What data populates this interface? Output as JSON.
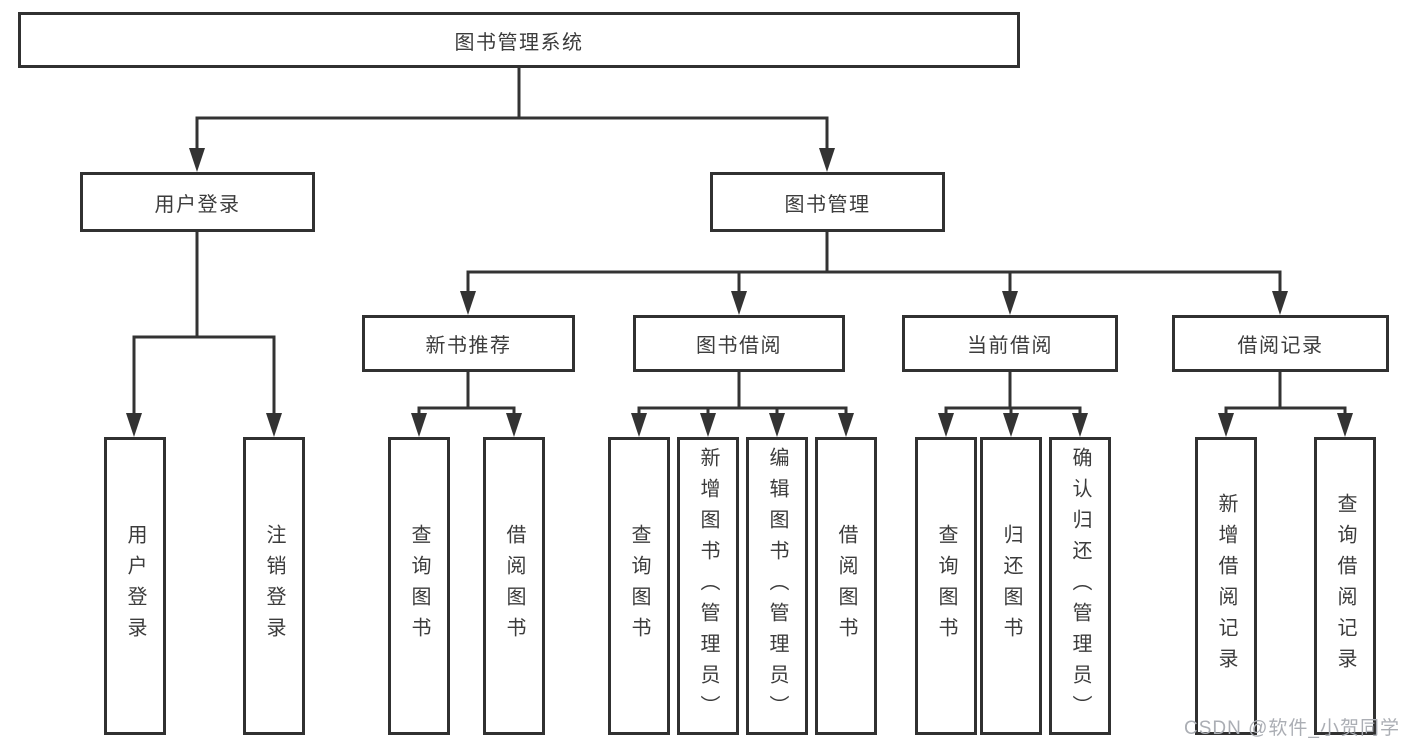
{
  "colors": {
    "line": "#333333",
    "border": "#313131",
    "text": "#3c3c3c",
    "watermark": "#abaeb4",
    "background": "#ffffff"
  },
  "watermark": "CSDN @软件_小贺同学",
  "nodes": {
    "root": {
      "label": "图书管理系统"
    },
    "user_login": {
      "label": "用户登录"
    },
    "book_mgmt": {
      "label": "图书管理"
    },
    "new_book_rec": {
      "label": "新书推荐"
    },
    "book_borrow": {
      "label": "图书借阅"
    },
    "current_borrow": {
      "label": "当前借阅"
    },
    "borrow_records": {
      "label": "借阅记录"
    },
    "leaf_user_login": {
      "label": "用户登录"
    },
    "leaf_logout": {
      "label": "注销登录"
    },
    "leaf_query_book_1": {
      "label": "查询图书"
    },
    "leaf_borrow_book_1": {
      "label": "借阅图书"
    },
    "leaf_query_book_2": {
      "label": "查询图书"
    },
    "leaf_add_book": {
      "label": "新增图书（管理员）"
    },
    "leaf_edit_book": {
      "label": "编辑图书（管理员）"
    },
    "leaf_borrow_book_2": {
      "label": "借阅图书"
    },
    "leaf_query_book_3": {
      "label": "查询图书"
    },
    "leaf_return_book": {
      "label": "归还图书"
    },
    "leaf_confirm_return": {
      "label": "确认归还（管理员）"
    },
    "leaf_add_record": {
      "label": "新增借阅记录"
    },
    "leaf_query_record": {
      "label": "查询借阅记录"
    }
  },
  "hierarchy": [
    {
      "parent": "图书管理系统",
      "children": [
        "用户登录",
        "图书管理"
      ]
    },
    {
      "parent": "用户登录",
      "children": [
        "用户登录",
        "注销登录"
      ]
    },
    {
      "parent": "图书管理",
      "children": [
        "新书推荐",
        "图书借阅",
        "当前借阅",
        "借阅记录"
      ]
    },
    {
      "parent": "新书推荐",
      "children": [
        "查询图书",
        "借阅图书"
      ]
    },
    {
      "parent": "图书借阅",
      "children": [
        "查询图书",
        "新增图书（管理员）",
        "编辑图书（管理员）",
        "借阅图书"
      ]
    },
    {
      "parent": "当前借阅",
      "children": [
        "查询图书",
        "归还图书",
        "确认归还（管理员）"
      ]
    },
    {
      "parent": "借阅记录",
      "children": [
        "新增借阅记录",
        "查询借阅记录"
      ]
    }
  ]
}
